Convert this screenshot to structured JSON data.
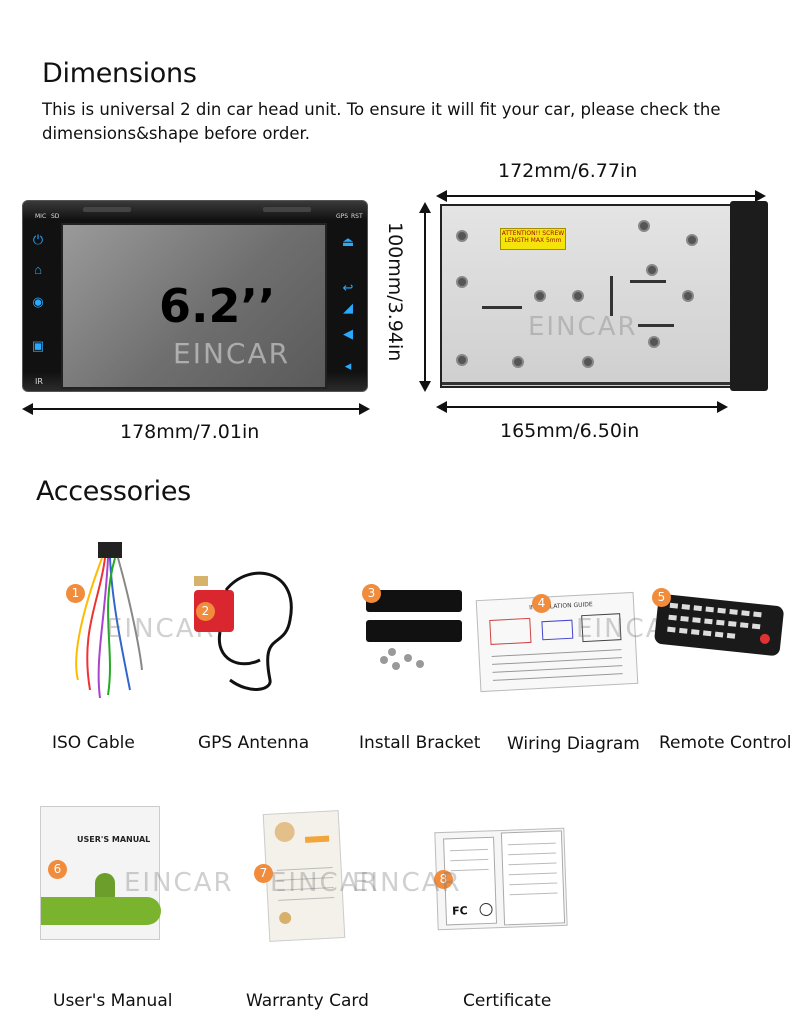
{
  "dimensions": {
    "title": "Dimensions",
    "description": "This is universal 2 din car head unit. To ensure it will fit your car, please check the dimensions&shape before order.",
    "front": {
      "screen_size": "6.2’’",
      "width_label": "178mm/7.01in",
      "height_label": "100mm/3.94in",
      "watermark": "EINCAR",
      "mic_label": "MIC",
      "sd_label": "SD",
      "gps_label": "GPS",
      "rst_label": "RST",
      "ir_label": "IR"
    },
    "side": {
      "top_width_label": "172mm/6.77in",
      "bottom_width_label": "165mm/6.50in",
      "warning_label": "ATTENTION!! SCREW LENGTH MAX 5mm",
      "watermark": "EINCAR"
    }
  },
  "accessories": {
    "title": "Accessories",
    "watermark": "EINCAR",
    "items": [
      {
        "number": "1",
        "label": "ISO Cable",
        "icon": "iso-cable-icon"
      },
      {
        "number": "2",
        "label": "GPS Antenna",
        "icon": "gps-antenna-icon"
      },
      {
        "number": "3",
        "label": "Install Bracket",
        "icon": "install-bracket-icon"
      },
      {
        "number": "4",
        "label": "Wiring Diagram",
        "icon": "wiring-diagram-icon",
        "doc_title": "INSTALLATION GUIDE"
      },
      {
        "number": "5",
        "label": "Remote Control",
        "icon": "remote-control-icon"
      },
      {
        "number": "6",
        "label": "User's Manual",
        "icon": "user-manual-icon",
        "doc_title": "USER'S MANUAL"
      },
      {
        "number": "7",
        "label": "Warranty Card",
        "icon": "warranty-card-icon"
      },
      {
        "number": "8",
        "label": "Certificate",
        "icon": "certificate-icon"
      }
    ]
  },
  "colors": {
    "accent_icon": "#2aa9ff",
    "badge": "#f08c3c",
    "warning_label": "#f5e40a"
  }
}
